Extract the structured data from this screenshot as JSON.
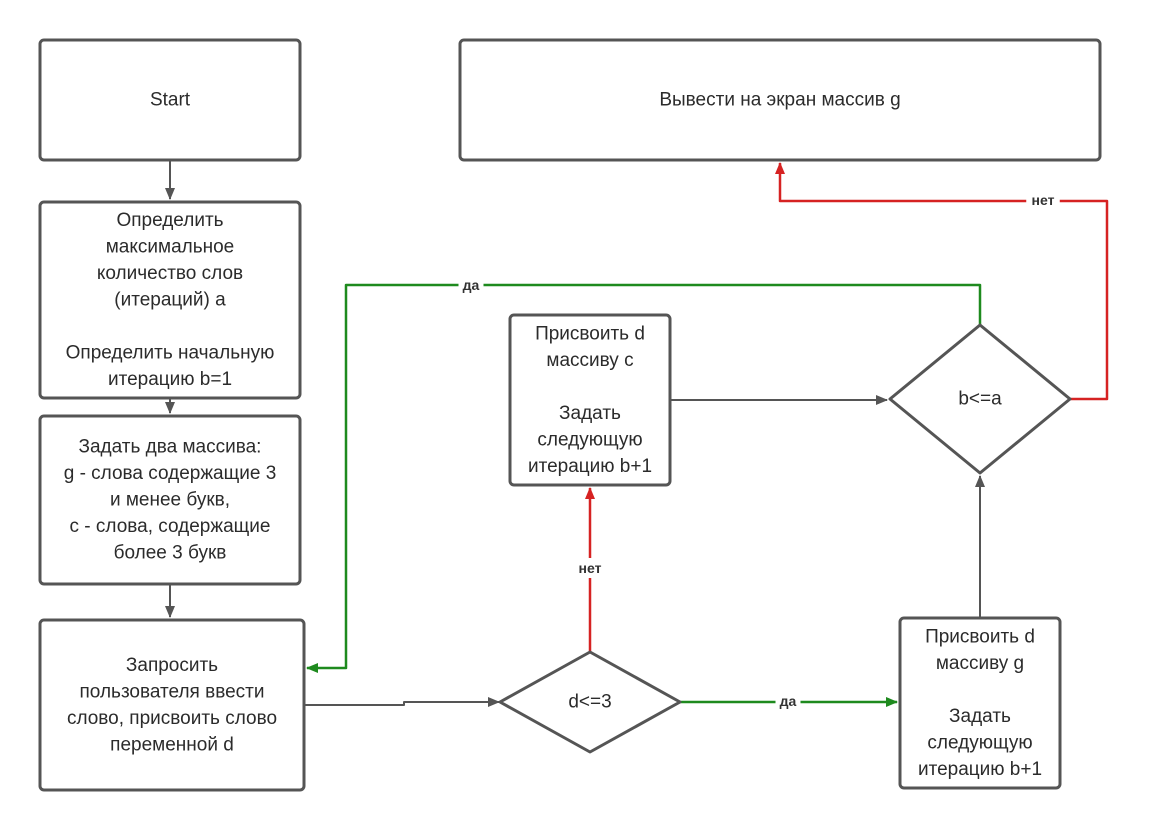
{
  "colors": {
    "node_stroke": "#555555",
    "flow_default": "#555555",
    "flow_yes": "#1e8a1e",
    "flow_no": "#d62222"
  },
  "nodes": {
    "start": {
      "shape": "rectangle",
      "lines": [
        "Start"
      ]
    },
    "init": {
      "shape": "rectangle",
      "lines": [
        "Определить",
        "максимальное",
        "количество слов",
        "(итераций) a",
        "",
        "Определить начальную",
        "итерацию b=1"
      ]
    },
    "arrays": {
      "shape": "rectangle",
      "lines": [
        "Задать два массива:",
        "g - слова содержащие 3",
        "и менее букв,",
        "c - слова, содержащие",
        "более 3 букв"
      ]
    },
    "input": {
      "shape": "rectangle",
      "lines": [
        "Запросить",
        "пользователя ввести",
        "слово, присвоить слово",
        "переменной d"
      ]
    },
    "cond_d": {
      "shape": "diamond",
      "lines": [
        "d<=3"
      ]
    },
    "assign_c": {
      "shape": "rectangle",
      "lines": [
        "Присвоить d",
        "массиву c",
        "",
        "Задать",
        "следующую",
        "итерацию b+1"
      ]
    },
    "assign_g": {
      "shape": "rectangle",
      "lines": [
        "Присвоить d",
        "массиву g",
        "",
        "Задать",
        "следующую",
        "итерацию b+1"
      ]
    },
    "cond_b": {
      "shape": "diamond",
      "lines": [
        "b<=a"
      ]
    },
    "output": {
      "shape": "rectangle",
      "lines": [
        "Вывести на экран массив g"
      ]
    }
  },
  "edges": [
    {
      "id": "start-to-init",
      "from": "start",
      "to": "init",
      "kind": "default",
      "label": ""
    },
    {
      "id": "init-to-arrays",
      "from": "init",
      "to": "arrays",
      "kind": "default",
      "label": ""
    },
    {
      "id": "arrays-to-input",
      "from": "arrays",
      "to": "input",
      "kind": "default",
      "label": ""
    },
    {
      "id": "input-to-cond-d",
      "from": "input",
      "to": "cond_d",
      "kind": "default",
      "label": ""
    },
    {
      "id": "cond-d-yes",
      "from": "cond_d",
      "to": "assign_g",
      "kind": "yes",
      "label": "да"
    },
    {
      "id": "cond-d-no",
      "from": "cond_d",
      "to": "assign_c",
      "kind": "no",
      "label": "нет"
    },
    {
      "id": "assign-c-to-cond-b",
      "from": "assign_c",
      "to": "cond_b",
      "kind": "default",
      "label": ""
    },
    {
      "id": "assign-g-to-cond-b",
      "from": "assign_g",
      "to": "cond_b",
      "kind": "default",
      "label": ""
    },
    {
      "id": "cond-b-yes",
      "from": "cond_b",
      "to": "input",
      "kind": "yes",
      "label": "да"
    },
    {
      "id": "cond-b-no",
      "from": "cond_b",
      "to": "output",
      "kind": "no",
      "label": "нет"
    }
  ]
}
